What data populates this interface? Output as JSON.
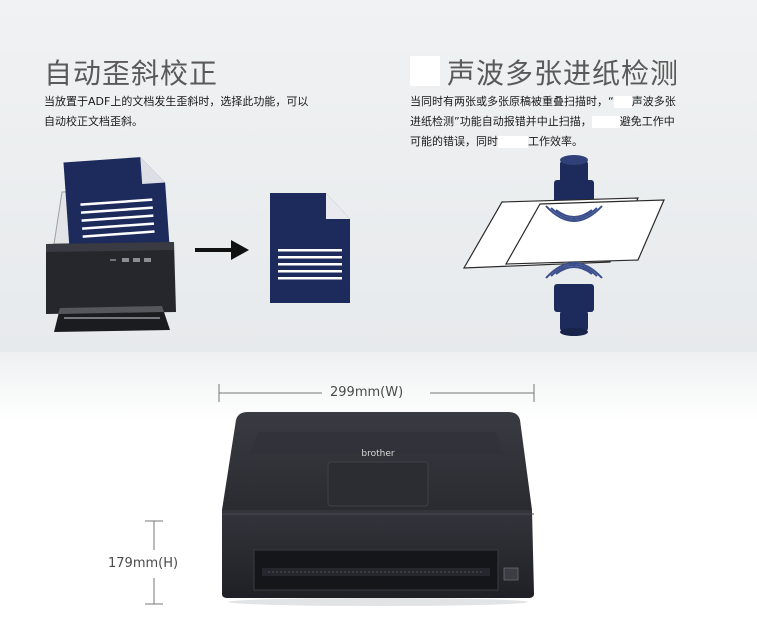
{
  "left_feature": {
    "title": "自动歪斜校正",
    "desc_line1": "当放置于ADF上的文档发生歪斜时，选择此功能，可以",
    "desc_line2": "自动校正文档歪斜。"
  },
  "right_feature": {
    "title": "声波多张进纸检测",
    "desc_line1_a": "当同时有两张或多张原稿被重叠扫描时，“",
    "desc_line1_b": "声波多张",
    "desc_line2_a": "进纸检测”功能自动报错并中止扫描，",
    "desc_line2_b": "避免工作中",
    "desc_line3_a": "可能的错误，同时",
    "desc_line3_b": "工作效率。"
  },
  "dimensions": {
    "width_label": "299mm(W)",
    "height_label": "179mm(H)"
  },
  "scanner": {
    "brand": "brother"
  },
  "colors": {
    "doc_navy": "#1d2b5c",
    "arrow": "#111111",
    "body_dark": "#2c2d33"
  }
}
